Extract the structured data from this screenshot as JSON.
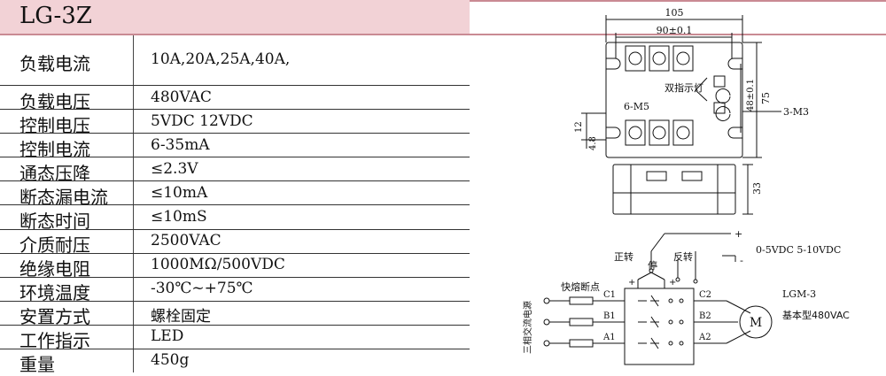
{
  "title": "LG-3Z",
  "specs": [
    {
      "label": "负载电流",
      "value": "10A,20A,25A,40A,"
    },
    {
      "label": "负载电压",
      "value": "480VAC"
    },
    {
      "label": "控制电压",
      "value": "5VDC  12VDC"
    },
    {
      "label": "控制电流",
      "value": "6-35mA"
    },
    {
      "label": "通态压降",
      "value": "≤2.3V"
    },
    {
      "label": "断态漏电流",
      "value": "≤10mA"
    },
    {
      "label": "断态时间",
      "value": "≤10mS"
    },
    {
      "label": "介质耐压",
      "value": "2500VAC"
    },
    {
      "label": "绝缘电阻",
      "value": "1000MΩ/500VDC"
    },
    {
      "label": "环境温度",
      "value": "-30℃~+75℃"
    },
    {
      "label": "安置方式",
      "value": "螺栓固定"
    },
    {
      "label": "工作指示",
      "value": "LED"
    },
    {
      "label": "重量",
      "value": "450g"
    }
  ],
  "dimension_drawing": {
    "width_total": "105",
    "hole_spacing": "90±0.1",
    "height_total": "75",
    "hole_spacing_v": "48±0.1",
    "screw_label": "6-M5",
    "indicator_label": "双指示灯",
    "mount_label": "3-M3",
    "dim_12": "12",
    "dim_4_8": "4.8",
    "side_height": "33"
  },
  "wiring_diagram": {
    "plus_top": "+",
    "minus": "-",
    "control_voltage": "0-5VDC  5-10VDC",
    "forward": "正转",
    "stop": "停",
    "reverse": "反转",
    "plus_left": "+",
    "plus_right": "+",
    "fuse_label": "快熔断点",
    "supply_label": "三相交流电源",
    "c1": "C1",
    "b1": "B1",
    "a1": "A1",
    "c2": "C2",
    "b2": "B2",
    "a2": "A2",
    "motor": "M",
    "model": "LGM-3",
    "model_desc": "基本型480VAC"
  }
}
